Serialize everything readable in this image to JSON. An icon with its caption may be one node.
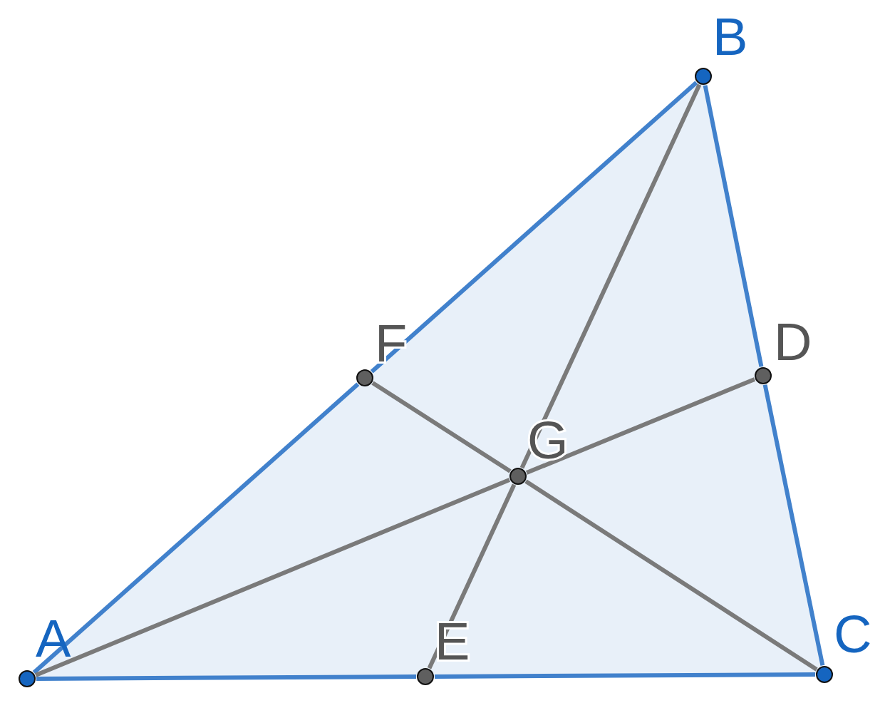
{
  "diagram": {
    "nodes": [
      {
        "text": [
          "A"
        ]
      },
      {
        "text": [
          "B"
        ]
      },
      {
        "text": [
          "C"
        ]
      },
      {
        "text": [
          "D"
        ]
      },
      {
        "text": [
          "E"
        ]
      },
      {
        "text": [
          "F"
        ]
      },
      {
        "text": [
          "G"
        ]
      }
    ],
    "edges": [
      {
        "from": 0,
        "to": 5,
        "arrow": "none"
      },
      {
        "from": 5,
        "to": 1,
        "arrow": "none"
      },
      {
        "from": 1,
        "to": 3,
        "arrow": "none"
      },
      {
        "from": 3,
        "to": 2,
        "arrow": "none"
      },
      {
        "from": 2,
        "to": 4,
        "arrow": "none"
      },
      {
        "from": 4,
        "to": 0,
        "arrow": "none"
      },
      {
        "from": 0,
        "to": 6,
        "arrow": "none",
        "color": "#7a7a7a"
      },
      {
        "from": 6,
        "to": 3,
        "arrow": "none",
        "color": "#7a7a7a"
      },
      {
        "from": 1,
        "to": 6,
        "arrow": "none",
        "color": "#7a7a7a"
      },
      {
        "from": 6,
        "to": 4,
        "arrow": "none",
        "color": "#7a7a7a"
      },
      {
        "from": 2,
        "to": 6,
        "arrow": "none",
        "color": "#7a7a7a"
      },
      {
        "from": 6,
        "to": 5,
        "arrow": "none",
        "color": "#7a7a7a"
      }
    ]
  }
}
